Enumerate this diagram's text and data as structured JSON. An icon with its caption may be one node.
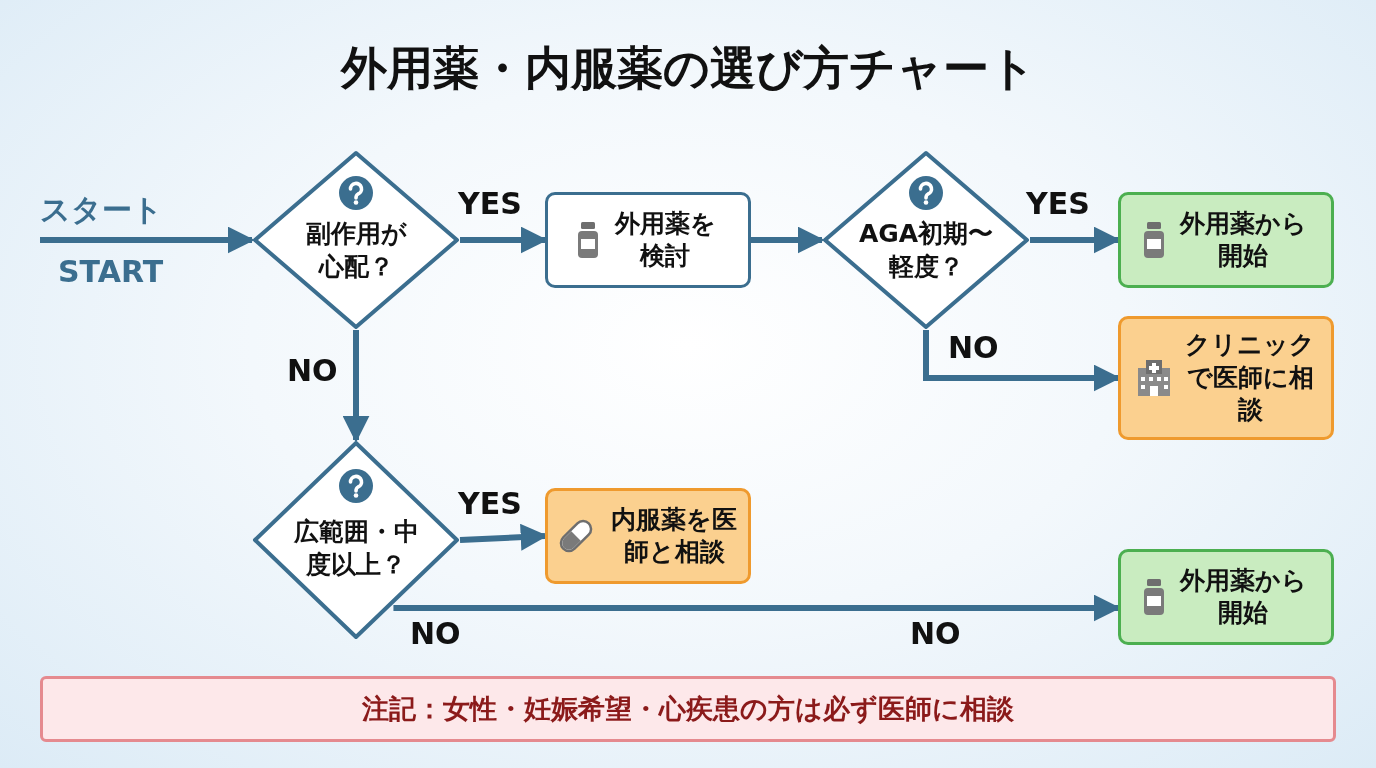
{
  "diagram": {
    "title": "外用薬・内服薬の選び方チャート",
    "nodes": [
      {
        "text": [
          "スタート",
          "START"
        ]
      },
      {
        "text": [
          "副作用が心配？"
        ]
      },
      {
        "text": [
          "外用薬を検討"
        ]
      },
      {
        "text": [
          "AGA初期〜軽度？"
        ]
      },
      {
        "text": [
          "外用薬から開始"
        ]
      },
      {
        "text": [
          "クリニックで医師に相談"
        ]
      },
      {
        "text": [
          "広範囲・中度以上？"
        ]
      },
      {
        "text": [
          "内服薬を医師と相談"
        ]
      },
      {
        "text": [
          "外用薬から開始"
        ]
      },
      {
        "text": [
          "注記：女性・妊娠希望・心疾患の方は必ず医師に相談"
        ]
      }
    ],
    "edges": [
      {
        "from": 0,
        "to": 1,
        "arrow": "to"
      },
      {
        "from": 1,
        "to": 2,
        "arrow": "to",
        "label": "YES"
      },
      {
        "from": 2,
        "to": 3,
        "arrow": "to"
      },
      {
        "from": 3,
        "to": 4,
        "arrow": "to",
        "label": "YES"
      },
      {
        "from": 3,
        "to": 5,
        "arrow": "to",
        "label": "NO"
      },
      {
        "from": 1,
        "to": 6,
        "arrow": "to",
        "label": "NO"
      },
      {
        "from": 6,
        "to": 7,
        "arrow": "to",
        "label": "YES"
      },
      {
        "from": 6,
        "to": 8,
        "arrow": "to",
        "label": "NO"
      }
    ],
    "labels": [
      "NO"
    ]
  }
}
